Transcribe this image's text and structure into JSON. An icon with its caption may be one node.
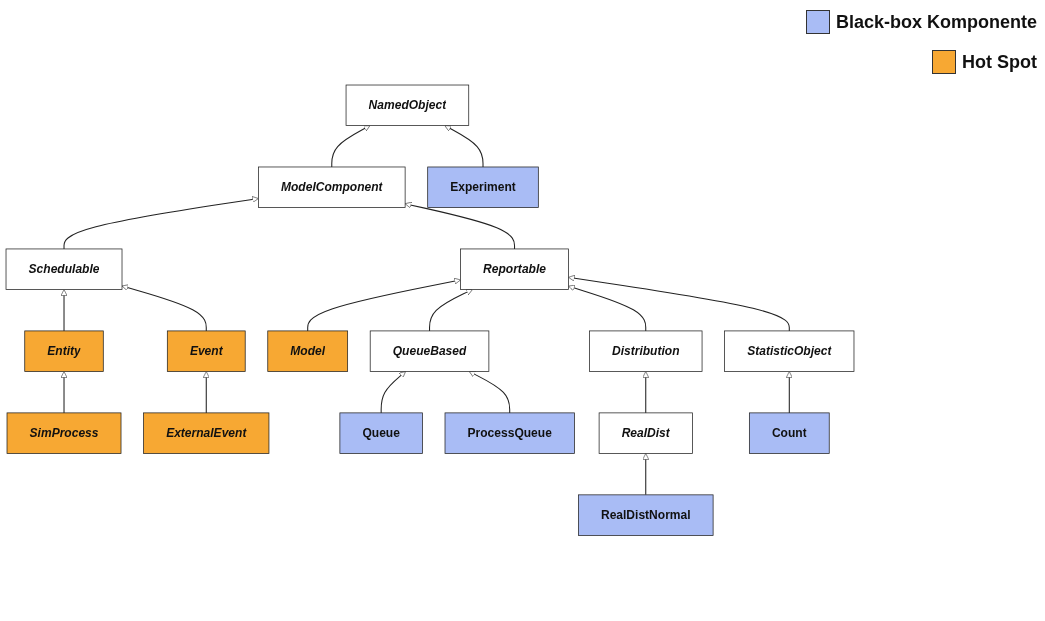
{
  "diagram": {
    "nodes": [
      {
        "text": [
          "NamedObject"
        ]
      },
      {
        "text": [
          "ModelComponent"
        ]
      },
      {
        "text": [
          "Experiment"
        ]
      },
      {
        "text": [
          "Schedulable"
        ]
      },
      {
        "text": [
          "Reportable"
        ]
      },
      {
        "text": [
          "Entity"
        ]
      },
      {
        "text": [
          "Event"
        ]
      },
      {
        "text": [
          "Model"
        ]
      },
      {
        "text": [
          "QueueBased"
        ]
      },
      {
        "text": [
          "Distribution"
        ]
      },
      {
        "text": [
          "StatisticObject"
        ]
      },
      {
        "text": [
          "SimProcess"
        ]
      },
      {
        "text": [
          "ExternalEvent"
        ]
      },
      {
        "text": [
          "Queue"
        ]
      },
      {
        "text": [
          "RealDist"
        ]
      },
      {
        "text": [
          "Count"
        ]
      },
      {
        "text": [
          "ProcessQueue"
        ]
      },
      {
        "text": [
          "RealDistNormal"
        ]
      }
    ],
    "edges": [
      {
        "from": 1,
        "to": 0,
        "arrow": "to"
      },
      {
        "from": 2,
        "to": 0,
        "arrow": "to"
      },
      {
        "from": 3,
        "to": 1,
        "arrow": "to"
      },
      {
        "from": 4,
        "to": 1,
        "arrow": "to"
      },
      {
        "from": 5,
        "to": 3,
        "arrow": "to"
      },
      {
        "from": 6,
        "to": 3,
        "arrow": "to"
      },
      {
        "from": 7,
        "to": 4,
        "arrow": "to"
      },
      {
        "from": 8,
        "to": 4,
        "arrow": "to"
      },
      {
        "from": 9,
        "to": 4,
        "arrow": "to"
      },
      {
        "from": 10,
        "to": 4,
        "arrow": "to"
      },
      {
        "from": 11,
        "to": 5,
        "arrow": "to"
      },
      {
        "from": 12,
        "to": 6,
        "arrow": "to"
      },
      {
        "from": 13,
        "to": 8,
        "arrow": "to"
      },
      {
        "from": 16,
        "to": 8,
        "arrow": "to"
      },
      {
        "from": 14,
        "to": 9,
        "arrow": "to"
      },
      {
        "from": 17,
        "to": 14,
        "arrow": "to"
      },
      {
        "from": 15,
        "to": 10,
        "arrow": "to"
      }
    ],
    "legend": [
      {
        "text": "Black-box Komponente",
        "color": "#a9bcf5"
      },
      {
        "text": "Hot Spot",
        "color": "#f7a833"
      }
    ]
  }
}
